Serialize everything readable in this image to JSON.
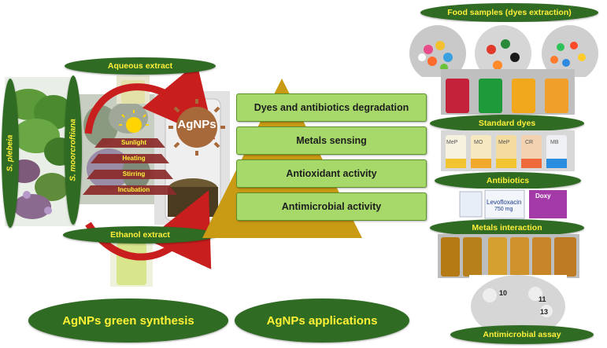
{
  "plant_names": {
    "left": "S. plebeia",
    "right": "S. moorcroftiana"
  },
  "extracts": {
    "aqueous": "Aqueous extract",
    "ethanol": "Ethanol extract"
  },
  "product_label": "AgNPs",
  "conditions": [
    "Sunlight",
    "Heating",
    "Stirring",
    "Incubation"
  ],
  "applications": [
    "Dyes and antibiotics degradation",
    "Metals sensing",
    "Antioxidant activity",
    "Antimicrobial activity"
  ],
  "right_panel": {
    "food_samples": "Food samples (dyes extraction)",
    "standard_dyes": "Standard dyes",
    "dye_labels": [
      "MeP",
      "MO",
      "MeP",
      "CR",
      "MB"
    ],
    "antibiotics": "Antibiotics",
    "antibiotic_names": [
      "Levofloxacin",
      "750 mg",
      "Doxy"
    ],
    "metals_interaction": "Metals interaction",
    "antimicrobial_assay": "Antimicrobial assay",
    "plate_numbers": [
      "10",
      "11",
      "13"
    ]
  },
  "bottom_labels": {
    "synthesis": "AgNPs green synthesis",
    "applications": "AgNPs applications"
  },
  "colors": {
    "pill_green": "#2f6b23",
    "pill_text": "#ffef3a",
    "box_green": "#a6d96a",
    "pyramid": "#c99a14",
    "arrow_red": "#c81e1e"
  }
}
